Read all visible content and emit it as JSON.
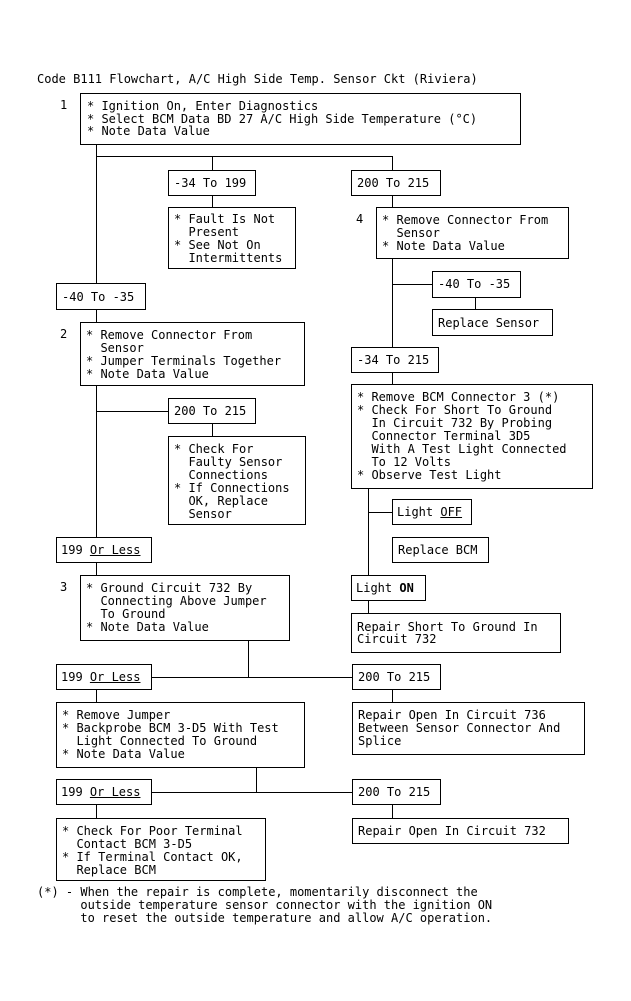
{
  "title": "Code B111 Flowchart, A/C High Side Temp. Sensor Ckt (Riviera)",
  "steps": {
    "s1": "1",
    "s2": "2",
    "s3": "3",
    "s4": "4"
  },
  "boxes": {
    "step1": [
      "* Ignition On, Enter Diagnostics",
      "* Select BCM Data BD 27 A/C High Side Temperature (°C)",
      "* Note Data Value"
    ],
    "r_m34_199": "-34 To 199",
    "r_200_215_a": "200 To 215",
    "fault_not_present": [
      "* Fault Is Not",
      "  Present",
      "* See Not On",
      "  Intermittents"
    ],
    "step4": [
      "* Remove Connector From",
      "  Sensor",
      "* Note Data Value"
    ],
    "r_m40_m35_b": "-40 To -35",
    "replace_sensor": "Replace Sensor",
    "r_m40_m35_a": "-40 To -35",
    "step2": [
      "* Remove Connector From",
      "  Sensor",
      "* Jumper Terminals Together",
      "* Note Data Value"
    ],
    "r_m34_215": "-34 To 215",
    "remove_bcm": [
      "* Remove BCM Connector 3 (*)",
      "* Check For Short To Ground",
      "  In Circuit 732 By Probing",
      "  Connector Terminal 3D5",
      "  With A Test Light Connected",
      "  To 12 Volts",
      "* Observe Test Light"
    ],
    "r_200_215_b": "200 To 215",
    "check_faulty": [
      "* Check For",
      "  Faulty Sensor",
      "  Connections",
      "* If Connections",
      "  OK, Replace",
      "  Sensor"
    ],
    "light_off_prefix": "Light ",
    "light_off_word": "OFF",
    "replace_bcm": "Replace BCM",
    "r199_a_prefix": "199 ",
    "r199_a_word": "Or Less",
    "step3": [
      "* Ground Circuit 732 By",
      "  Connecting Above Jumper",
      "  To Ground",
      "* Note Data Value"
    ],
    "light_on_prefix": "Light ",
    "light_on_word": "ON",
    "repair_short": [
      "Repair Short To Ground In",
      "Circuit 732"
    ],
    "r199_b_prefix": "199 ",
    "r199_b_word": "Or Less",
    "r_200_215_c": "200 To 215",
    "remove_jumper": [
      "* Remove Jumper",
      "* Backprobe BCM 3-D5 With Test",
      "  Light Connected To Ground",
      "* Note Data Value"
    ],
    "repair_open_736": [
      "Repair Open In Circuit 736",
      "Between Sensor Connector And",
      "Splice"
    ],
    "r199_c_prefix": "199 ",
    "r199_c_word": "Or Less",
    "r_200_215_d": "200 To 215",
    "check_poor": [
      "* Check For Poor Terminal",
      "  Contact BCM 3-D5",
      "* If Terminal Contact OK,",
      "  Replace BCM"
    ],
    "repair_open_732": "Repair Open In Circuit 732"
  },
  "footnote": [
    "(*) - When the repair is complete, momentarily disconnect the",
    "      outside temperature sensor connector with the ignition ON",
    "      to reset the outside temperature and allow A/C operation."
  ]
}
